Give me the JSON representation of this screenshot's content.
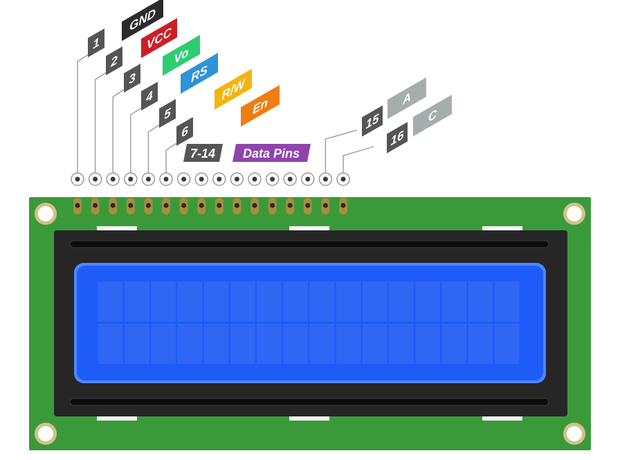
{
  "pins": [
    {
      "number": "1",
      "label": "GND",
      "color": "#2b2b2b"
    },
    {
      "number": "2",
      "label": "VCC",
      "color": "#cc1f27"
    },
    {
      "number": "3",
      "label": "Vo",
      "color": "#2ecc71"
    },
    {
      "number": "4",
      "label": "RS",
      "color": "#2f93d8"
    },
    {
      "number": "5",
      "label": "R/W",
      "color": "#f2b40e"
    },
    {
      "number": "6",
      "label": "En",
      "color": "#ef7d10"
    },
    {
      "number": "15",
      "label": "A",
      "color": "#a6adad"
    },
    {
      "number": "16",
      "label": "C",
      "color": "#a6adad"
    }
  ],
  "data_pins": {
    "number": "7-14",
    "label": "Data Pins",
    "color": "#8e44ad"
  },
  "colors": {
    "pcb": "#3a9a3a",
    "bezel": "#262626",
    "screen": "#1f5cf7",
    "number_tag": "#555555",
    "pad": "#a98d3e"
  }
}
